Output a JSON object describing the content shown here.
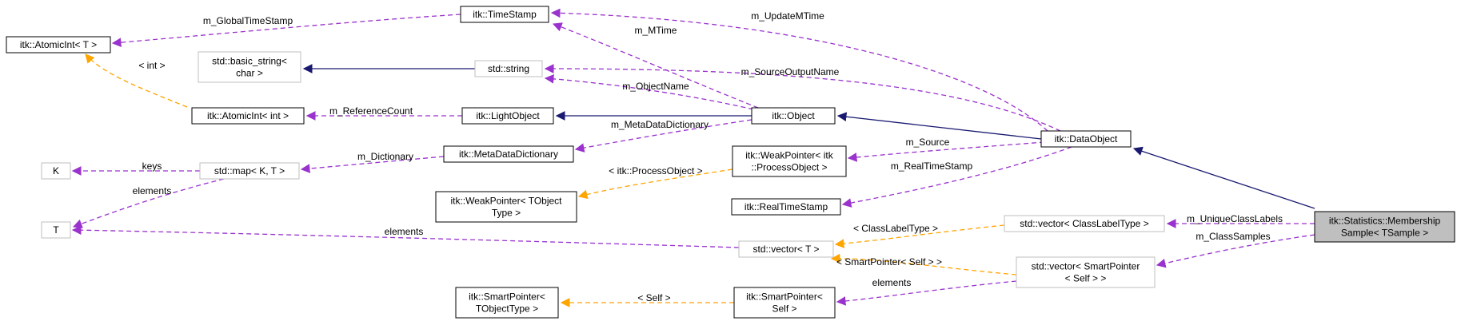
{
  "diagram": {
    "nodes": [
      {
        "id": "timestamp",
        "lines": [
          "itk::TimeStamp"
        ],
        "style": "solid"
      },
      {
        "id": "atomicint_t",
        "lines": [
          "itk::AtomicInt< T >"
        ],
        "style": "solid"
      },
      {
        "id": "basic_string",
        "lines": [
          "std::basic_string<",
          "char >"
        ],
        "style": "gray"
      },
      {
        "id": "std_string",
        "lines": [
          "std::string"
        ],
        "style": "gray"
      },
      {
        "id": "atomicint_int",
        "lines": [
          "itk::AtomicInt< int >"
        ],
        "style": "solid"
      },
      {
        "id": "lightobject",
        "lines": [
          "itk::LightObject"
        ],
        "style": "solid"
      },
      {
        "id": "object",
        "lines": [
          "itk::Object"
        ],
        "style": "solid"
      },
      {
        "id": "dataobject",
        "lines": [
          "itk::DataObject"
        ],
        "style": "solid"
      },
      {
        "id": "metadatadict",
        "lines": [
          "itk::MetaDataDictionary"
        ],
        "style": "solid"
      },
      {
        "id": "k",
        "lines": [
          "K"
        ],
        "style": "gray"
      },
      {
        "id": "std_map",
        "lines": [
          "std::map< K, T >"
        ],
        "style": "gray"
      },
      {
        "id": "weak_processobject",
        "lines": [
          "itk::WeakPointer< itk",
          "::ProcessObject >"
        ],
        "style": "solid"
      },
      {
        "id": "weak_tobject",
        "lines": [
          "itk::WeakPointer< TObject",
          "Type >"
        ],
        "style": "solid"
      },
      {
        "id": "realtimestamp",
        "lines": [
          "itk::RealTimeStamp"
        ],
        "style": "solid"
      },
      {
        "id": "t",
        "lines": [
          "T"
        ],
        "style": "gray"
      },
      {
        "id": "vector_classlabel",
        "lines": [
          "std::vector< ClassLabelType >"
        ],
        "style": "gray"
      },
      {
        "id": "membership",
        "lines": [
          "itk::Statistics::Membership",
          "Sample< TSample >"
        ],
        "style": "highlight"
      },
      {
        "id": "vector_t",
        "lines": [
          "std::vector< T >"
        ],
        "style": "gray"
      },
      {
        "id": "vector_smartptr",
        "lines": [
          "std::vector< SmartPointer",
          "< Self > >"
        ],
        "style": "gray"
      },
      {
        "id": "smartptr_tobject",
        "lines": [
          "itk::SmartPointer<",
          "TObjectType >"
        ],
        "style": "solid"
      },
      {
        "id": "smartptr_self",
        "lines": [
          "itk::SmartPointer<",
          "Self >"
        ],
        "style": "solid"
      }
    ],
    "edges": [
      {
        "id": "e_inherit_dataobject",
        "kind": "inherit",
        "label": ""
      },
      {
        "id": "e_inherit_object",
        "kind": "inherit",
        "label": ""
      },
      {
        "id": "e_inherit_lightobject",
        "kind": "inherit",
        "label": ""
      },
      {
        "id": "e_inherit_string",
        "kind": "inherit",
        "label": ""
      },
      {
        "id": "e_global_timestamp",
        "kind": "member",
        "label": "m_GlobalTimeStamp"
      },
      {
        "id": "e_update_mtime",
        "kind": "member",
        "label": "m_UpdateMTime"
      },
      {
        "id": "e_mtime",
        "kind": "member",
        "label": "m_MTime"
      },
      {
        "id": "e_source_output_name",
        "kind": "member",
        "label": "m_SourceOutputName"
      },
      {
        "id": "e_object_name",
        "kind": "member",
        "label": "m_ObjectName"
      },
      {
        "id": "e_int",
        "kind": "template",
        "label": "< int >"
      },
      {
        "id": "e_reference_count",
        "kind": "member",
        "label": "m_ReferenceCount"
      },
      {
        "id": "e_metadata_dictionary",
        "kind": "member",
        "label": "m_MetaDataDictionary"
      },
      {
        "id": "e_dictionary",
        "kind": "member",
        "label": "m_Dictionary"
      },
      {
        "id": "e_keys",
        "kind": "member",
        "label": "keys"
      },
      {
        "id": "e_map_elements",
        "kind": "member",
        "label": "elements"
      },
      {
        "id": "e_source",
        "kind": "member",
        "label": "m_Source"
      },
      {
        "id": "e_processobject",
        "kind": "template",
        "label": "< itk::ProcessObject >"
      },
      {
        "id": "e_realtimestamp",
        "kind": "member",
        "label": "m_RealTimeStamp"
      },
      {
        "id": "e_vector_elements",
        "kind": "member",
        "label": "elements"
      },
      {
        "id": "e_classlabeltype",
        "kind": "template",
        "label": "< ClassLabelType >"
      },
      {
        "id": "e_unique_class_labels",
        "kind": "member",
        "label": "m_UniqueClassLabels"
      },
      {
        "id": "e_class_samples",
        "kind": "member",
        "label": "m_ClassSamples"
      },
      {
        "id": "e_smartptr_self_tmpl",
        "kind": "template",
        "label": "< SmartPointer< Self > >"
      },
      {
        "id": "e_smartptr_elements",
        "kind": "member",
        "label": "elements"
      },
      {
        "id": "e_self",
        "kind": "template",
        "label": "< Self >"
      }
    ]
  },
  "colors": {
    "inherit": "#191970",
    "member": "#9a32cd",
    "template": "#ffa500",
    "solid_border": "#000000",
    "gray_border": "#bfbfbf",
    "highlight_fill": "#bfbfbf"
  }
}
